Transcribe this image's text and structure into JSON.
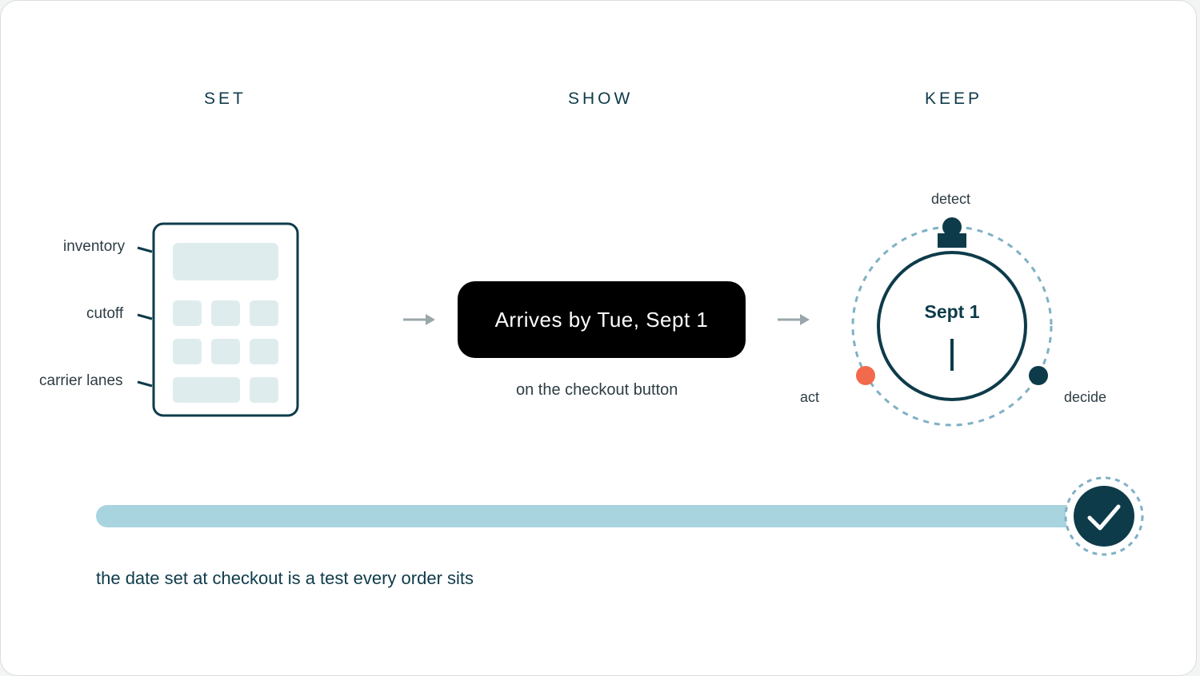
{
  "headings": {
    "set": "SET",
    "show": "SHOW",
    "keep": "KEEP"
  },
  "set_labels": {
    "inventory": "inventory",
    "cutoff": "cutoff",
    "carrier_lanes": "carrier lanes"
  },
  "show": {
    "button_text": "Arrives by Tue, Sept 1",
    "caption": "on the checkout button"
  },
  "keep": {
    "center_date": "Sept 1",
    "detect": "detect",
    "act": "act",
    "decide": "decide"
  },
  "footer": {
    "text": "the date set at checkout is a test every order sits"
  },
  "colors": {
    "navy": "#0e3b4a",
    "tile": "#dfecee",
    "progress": "#a8d4e0",
    "alert": "#f26a4b",
    "arrow": "#9aa7aa",
    "dashed": "#7fb0c4"
  },
  "icons": [
    "arrow-right-icon",
    "checkmark-icon",
    "stopwatch-icon"
  ]
}
